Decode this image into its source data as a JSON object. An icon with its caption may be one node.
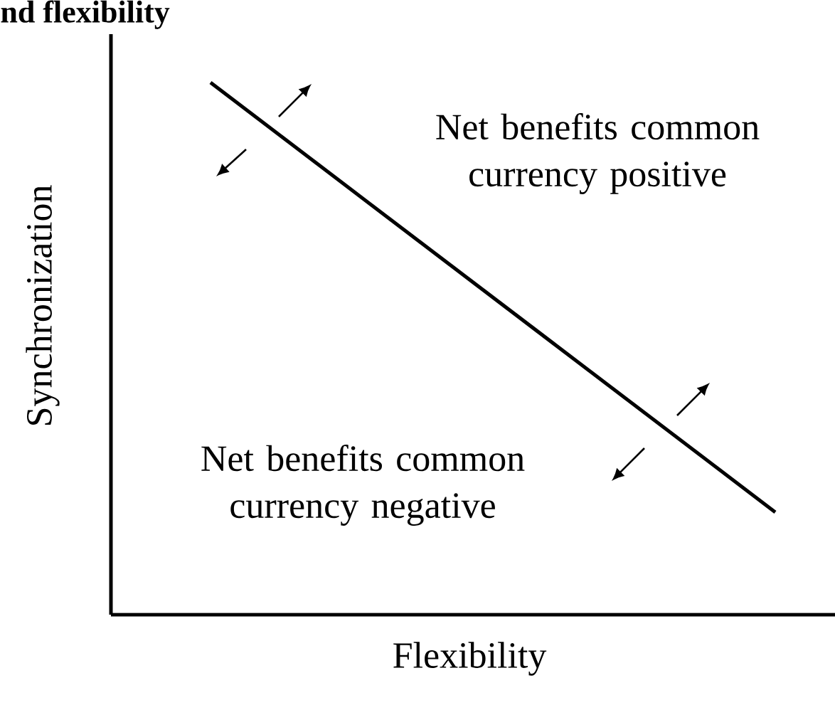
{
  "diagram": {
    "title": "nd flexibility",
    "labels": [
      "Net benefits common currency positive",
      "Net benefits common currency negative",
      "Synchronization",
      "Flexibility"
    ]
  }
}
